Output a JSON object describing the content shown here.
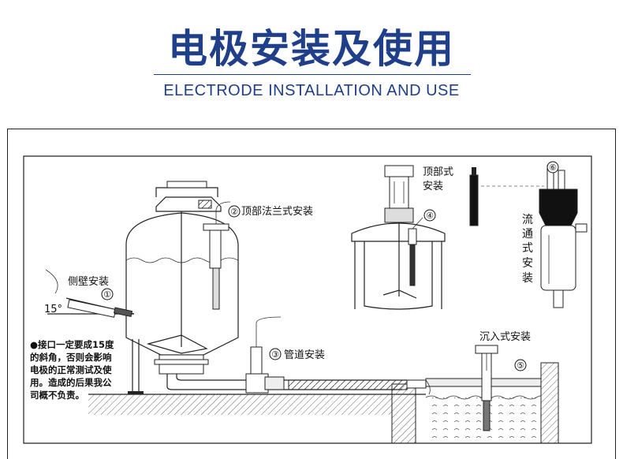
{
  "title": "电极安装及使用",
  "subtitle": "ELECTRODE INSTALLATION AND USE",
  "labels": {
    "top_flange": "顶部法兰式安装",
    "side_wall": "侧壁安装",
    "angle": "15°",
    "pipe": "管道安装",
    "top_mount_1": "顶部式",
    "top_mount_2": "安装",
    "flow_1": "流",
    "flow_2": "通",
    "flow_3": "式",
    "flow_4": "安",
    "flow_5": "装",
    "submersion": "沉入式安装"
  },
  "markers": [
    "①",
    "②",
    "③",
    "④",
    "⑤",
    "⑥"
  ],
  "note": [
    "●接口一定要成15度",
    "的斜角，否则会影响",
    "电极的正常测试及使",
    "用。造成的后果我公",
    "司概不负责。"
  ]
}
